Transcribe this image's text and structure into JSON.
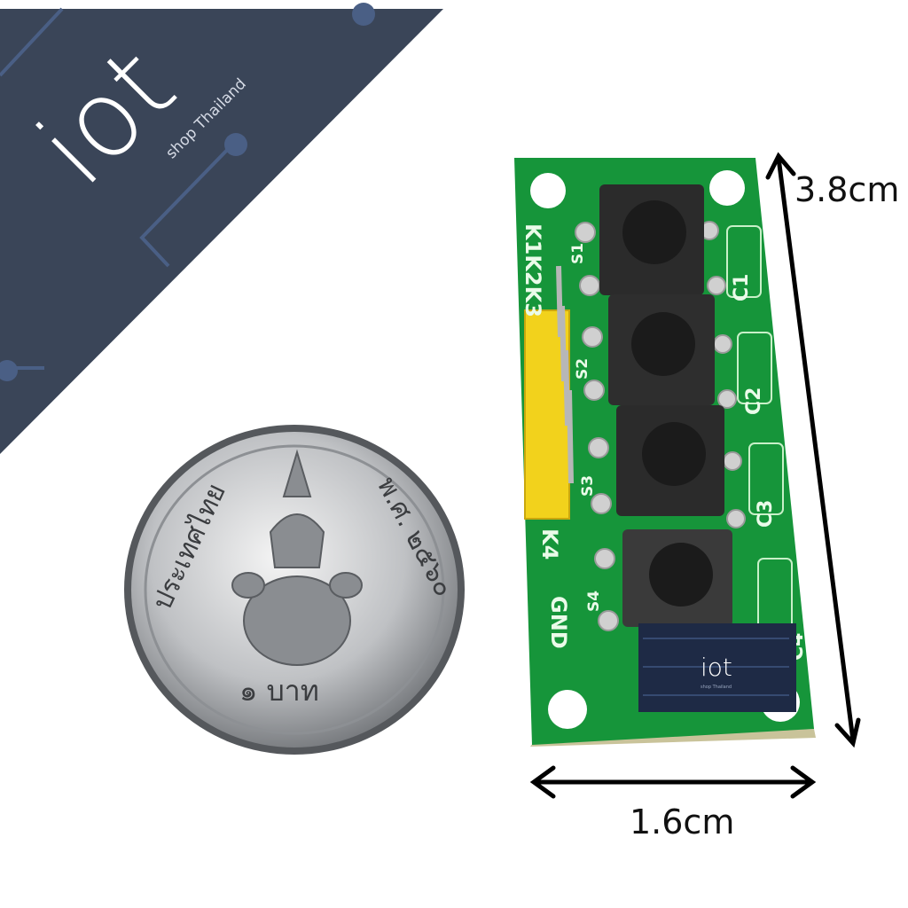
{
  "brand": {
    "logo_text": "iot",
    "logo_subtext": "shop Thailand",
    "banner_color": "#3a4558",
    "accent_color": "#4a5f85"
  },
  "pcb": {
    "board_color": "#16953a",
    "header_color": "#f2d21c",
    "labels": {
      "pins": "K1K2K3",
      "k4": "K4",
      "gnd": "GND",
      "switches": [
        "S1",
        "S2",
        "S3",
        "S4"
      ],
      "caps": [
        "C1",
        "C2",
        "C3",
        "C4"
      ]
    }
  },
  "coin": {
    "top_left_text": "ประเทศไทย",
    "top_right_text": "พ.ศ. ๒๕๖๐",
    "bottom_text": "๑ บาท"
  },
  "dimensions": {
    "height_label": "3.8cm",
    "width_label": "1.6cm"
  }
}
